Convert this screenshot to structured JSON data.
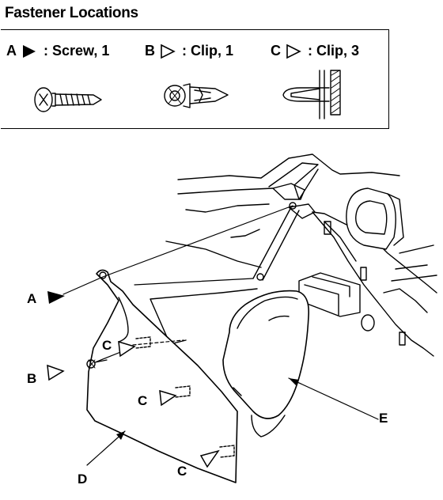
{
  "title": "Fastener Locations",
  "legend": [
    {
      "letter": "A",
      "sep": ": Screw, 1",
      "marker": "filled-triangle"
    },
    {
      "letter": "B",
      "sep": ": Clip, 1",
      "marker": "outline-triangle"
    },
    {
      "letter": "C",
      "sep": ": Clip, 3",
      "marker": "outline-triangle"
    }
  ],
  "callouts": {
    "a": "A",
    "b": "B",
    "c1": "C",
    "c2": "C",
    "c3": "C",
    "d": "D",
    "e": "E"
  },
  "colors": {
    "ink": "#000000",
    "paper": "#ffffff"
  }
}
